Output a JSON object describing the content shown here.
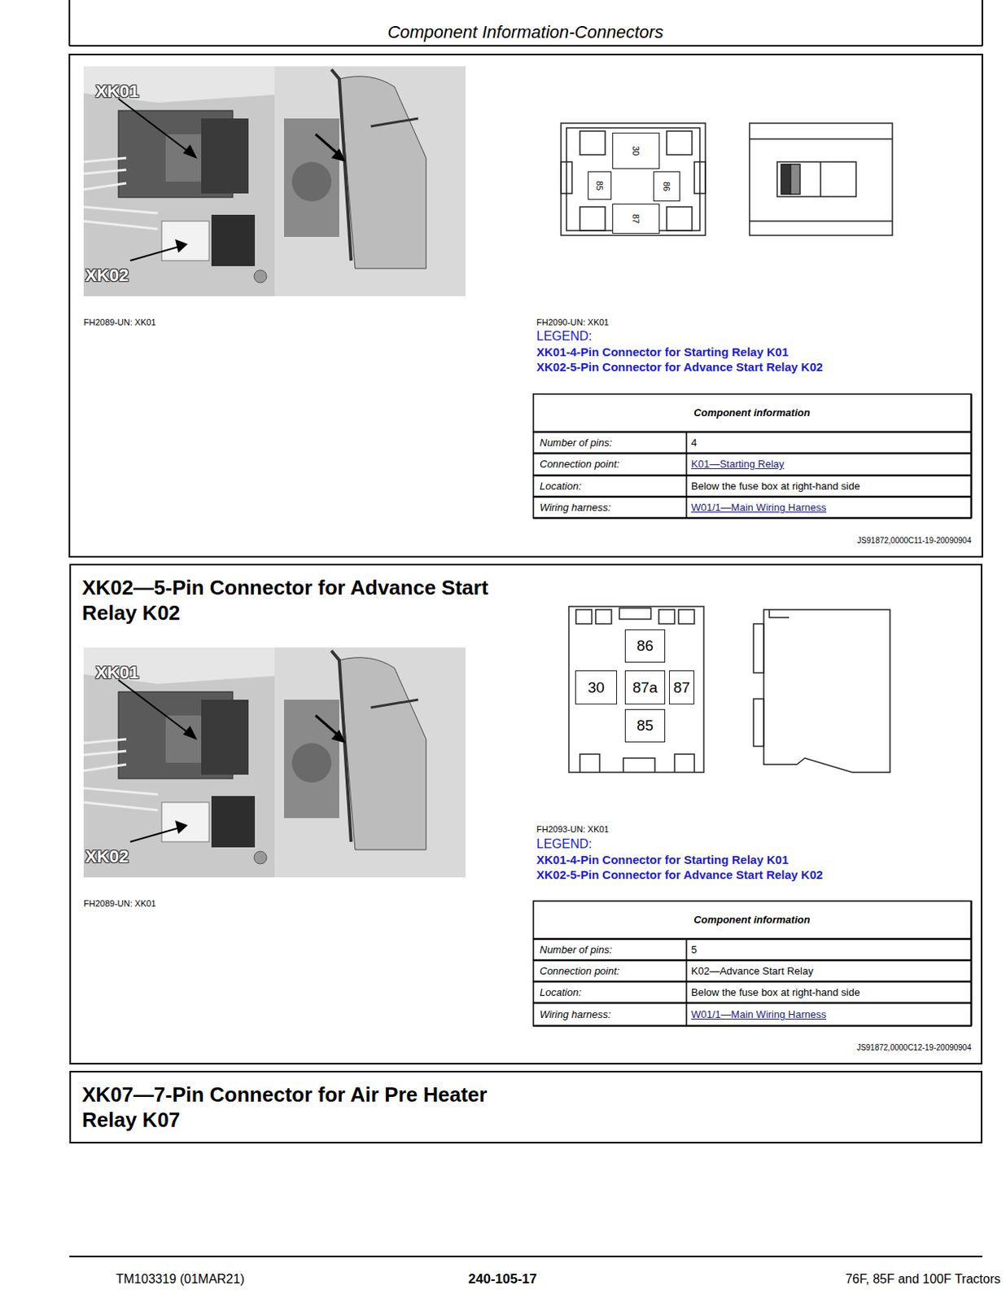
{
  "diagram": {
    "title": "Component Information-Connectors",
    "nodes": [
      {
        "text": [
          "30"
        ]
      },
      {
        "text": [
          "85"
        ]
      },
      {
        "text": [
          "86"
        ]
      },
      {
        "text": [
          "87"
        ]
      },
      {
        "text": [
          "XK02—5-Pin Connector for Advance Start Relay K02"
        ]
      },
      {
        "text": [
          "86"
        ],
        "in": 4
      },
      {
        "text": [
          "30"
        ],
        "in": 4
      },
      {
        "text": [
          "87a"
        ],
        "in": 4
      },
      {
        "text": [
          "87"
        ],
        "in": 4
      },
      {
        "text": [
          "85"
        ],
        "in": 4
      },
      {
        "text": [
          "XK07—7-Pin Connector for Air Pre Heater Relay K07"
        ]
      }
    ],
    "labels": [
      "XK01",
      "XK02",
      "FH2089-UN: XK01",
      "FH2090-UN: XK01",
      "LEGEND:",
      "XK01-4-Pin Connector for Starting Relay K01",
      "XK02-5-Pin Connector for Advance Start Relay K02",
      "Component information",
      "Number of pins:",
      "4",
      "Connection point:",
      "K01—Starting Relay",
      "Location:",
      "Below the fuse box at right-hand side",
      "Wiring harness:",
      "W01/1—Main Wiring Harness",
      "JS91872,0000C11-19-20090904",
      "XK01",
      "XK02",
      "FH2089-UN: XK01",
      "FH2093-UN: XK01",
      "LEGEND:",
      "XK01-4-Pin Connector for Starting Relay K01",
      "XK02-5-Pin Connector for Advance Start Relay K02",
      "Component information",
      "Number of pins:",
      "5",
      "Connection point:",
      "K02—Advance Start Relay",
      "Location:",
      "Below the fuse box at right-hand side",
      "Wiring harness:",
      "W01/1—Main Wiring Harness",
      "JS91872,0000C12-19-20090904",
      "TM103319 (01MAR21)",
      "240-105-17",
      "76F, 85F and 100F Tractors"
    ]
  }
}
